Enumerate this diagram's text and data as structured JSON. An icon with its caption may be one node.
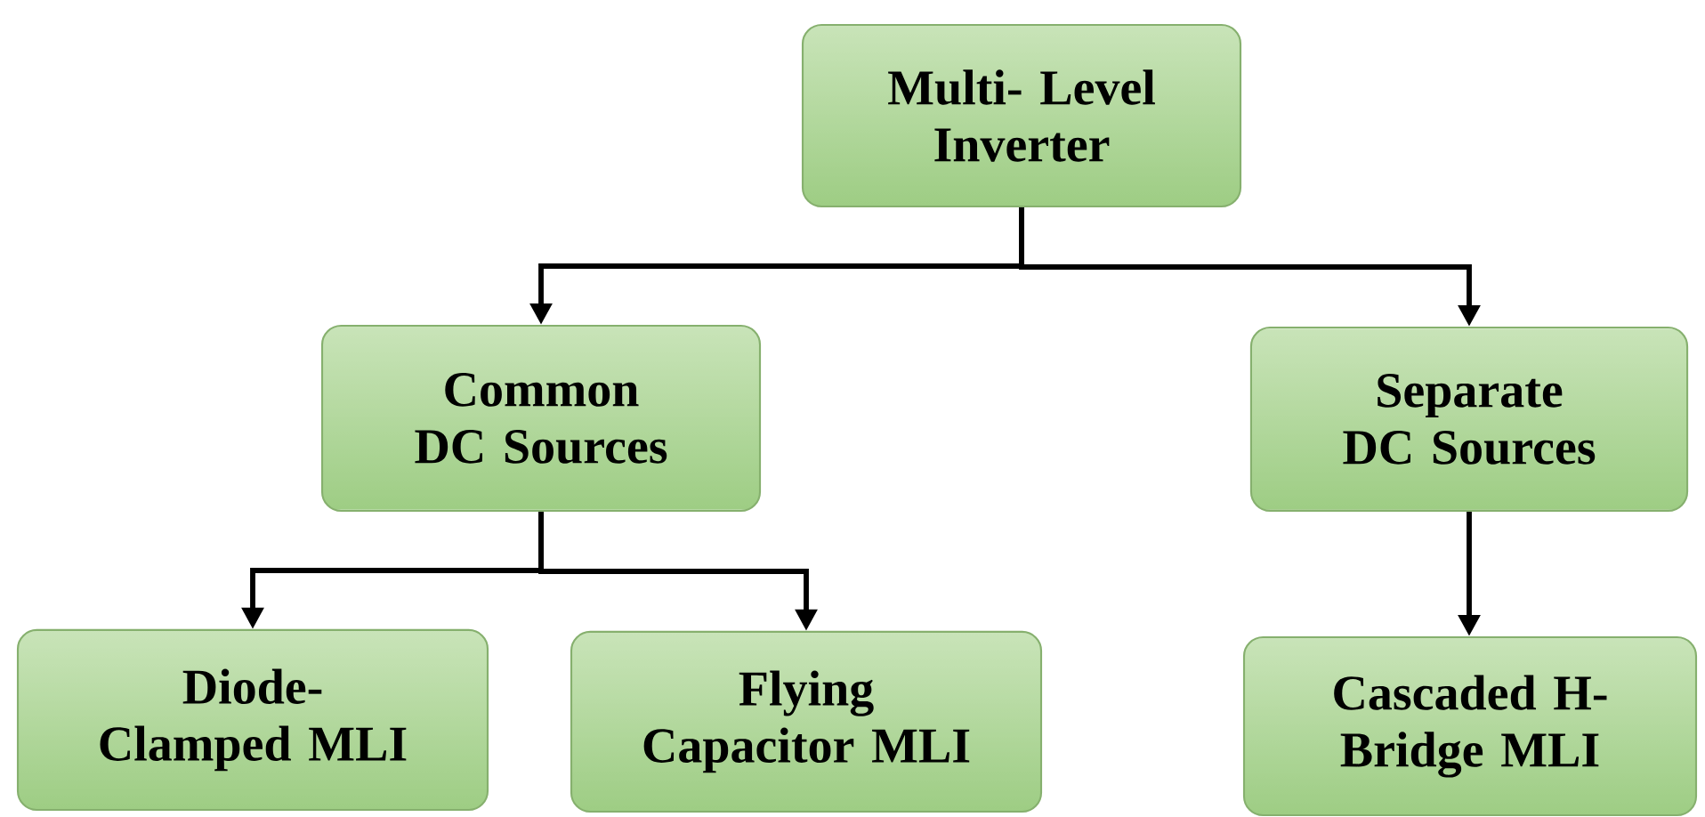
{
  "diagram": {
    "nodes": [
      {
        "text": [
          "Multi- Level Inverter"
        ]
      },
      {
        "text": [
          "Common DC Sources"
        ]
      },
      {
        "text": [
          "Separate DC Sources"
        ]
      },
      {
        "text": [
          "Diode-Clamped MLI"
        ]
      },
      {
        "text": [
          "Flying Capacitor MLI"
        ]
      },
      {
        "text": [
          "Cascaded H- Bridge MLI"
        ]
      }
    ],
    "edges": [
      {
        "from": 0,
        "to": 1,
        "arrow": "to"
      },
      {
        "from": 0,
        "to": 2,
        "arrow": "to"
      },
      {
        "from": 1,
        "to": 3,
        "arrow": "to"
      },
      {
        "from": 1,
        "to": 4,
        "arrow": "to"
      },
      {
        "from": 2,
        "to": 5,
        "arrow": "to"
      }
    ]
  }
}
